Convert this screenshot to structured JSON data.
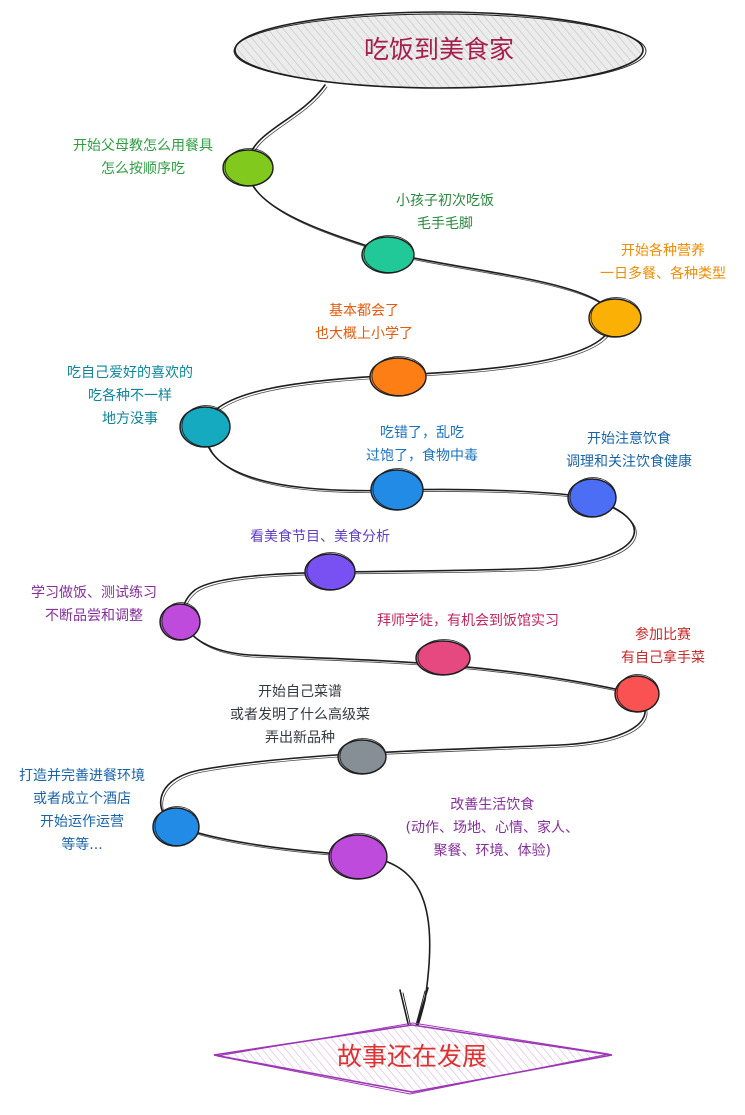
{
  "title": {
    "text": "吃饭到美食家",
    "color": "#a61e4d"
  },
  "ending": {
    "text": "故事还在发展",
    "color": "#e03131"
  },
  "steps": [
    {
      "id": "s1",
      "lines": [
        "开始父母教怎么用餐具",
        "怎么按顺序吃"
      ],
      "label_color": "#2f9e44",
      "dot_color": "#82c91e"
    },
    {
      "id": "s2",
      "lines": [
        "小孩子初次吃饭",
        "毛手毛脚"
      ],
      "label_color": "#2b8a3e",
      "dot_color": "#20c997"
    },
    {
      "id": "s3",
      "lines": [
        "开始各种营养",
        "一日多餐、各种类型"
      ],
      "label_color": "#f08c00",
      "dot_color": "#fab005"
    },
    {
      "id": "s4",
      "lines": [
        "基本都会了",
        "也大概上小学了"
      ],
      "label_color": "#e8590c",
      "dot_color": "#fd7e14"
    },
    {
      "id": "s5",
      "lines": [
        "吃自己爱好的喜欢的",
        "吃各种不一样",
        "地方没事"
      ],
      "label_color": "#0c8599",
      "dot_color": "#15aabf"
    },
    {
      "id": "s6",
      "lines": [
        "吃错了，乱吃",
        "过饱了，食物中毒"
      ],
      "label_color": "#1971c2",
      "dot_color": "#228be6"
    },
    {
      "id": "s7",
      "lines": [
        "开始注意饮食",
        "调理和关注饮食健康"
      ],
      "label_color": "#1864ab",
      "dot_color": "#4c6ef5"
    },
    {
      "id": "s8",
      "lines": [
        "看美食节目、美食分析"
      ],
      "label_color": "#5f3dc4",
      "dot_color": "#7950f2"
    },
    {
      "id": "s9",
      "lines": [
        "学习做饭、测试练习",
        "不断品尝和调整"
      ],
      "label_color": "#862e9c",
      "dot_color": "#be4bdb"
    },
    {
      "id": "s10",
      "lines": [
        "拜师学徒，有机会到饭馆实习"
      ],
      "label_color": "#c2255c",
      "dot_color": "#e64980"
    },
    {
      "id": "s11",
      "lines": [
        "参加比赛",
        "有自己拿手菜"
      ],
      "label_color": "#c92a2a",
      "dot_color": "#fa5252"
    },
    {
      "id": "s12",
      "lines": [
        "开始自己菜谱",
        "或者发明了什么高级菜",
        "弄出新品种"
      ],
      "label_color": "#343a40",
      "dot_color": "#868e96"
    },
    {
      "id": "s13",
      "lines": [
        "打造并完善进餐环境",
        "或者成立个酒店",
        "开始运作运营",
        "等等..."
      ],
      "label_color": "#1864ab",
      "dot_color": "#228be6"
    },
    {
      "id": "s14",
      "lines": [
        "改善生活饮食",
        "(动作、场地、心情、家人、",
        "聚餐、环境、体验)"
      ],
      "label_color": "#862e9c",
      "dot_color": "#be4bdb"
    }
  ]
}
